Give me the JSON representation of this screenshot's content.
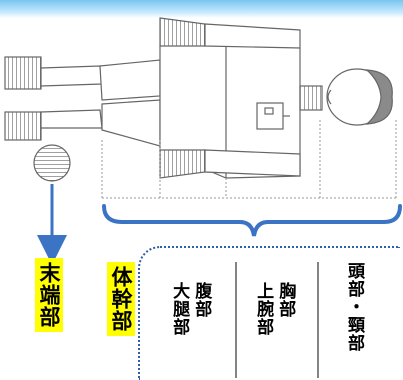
{
  "labels": {
    "extremities": "末端部",
    "trunk": "体幹部",
    "abdomen_thigh": "腹部\n大腿部",
    "chest_upper_arm": "胸部\n上腕部",
    "head_neck": "頭部・頸部"
  },
  "colors": {
    "highlight": "#ffff00",
    "accent_blue": "#3b74c4",
    "outline": "#555555"
  },
  "icons": {
    "body": "body-outline-icon",
    "bracket": "curly-bracket-icon",
    "arrow": "down-arrow-icon"
  }
}
